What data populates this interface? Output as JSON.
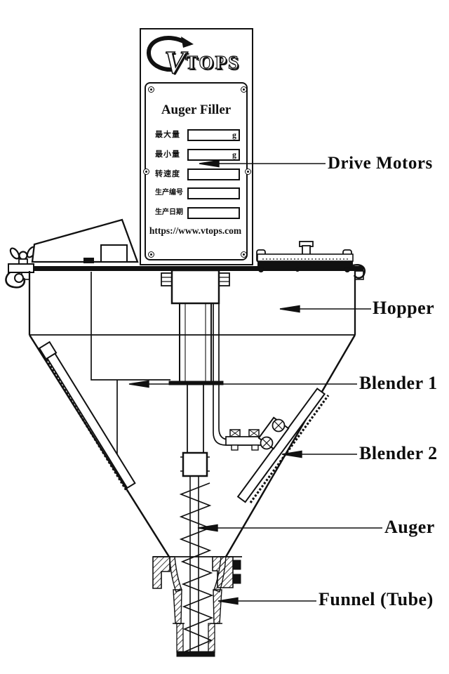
{
  "colors": {
    "ink": "#111111",
    "paper": "#ffffff"
  },
  "logo": {
    "v": "V",
    "brand": "TOPS"
  },
  "panel": {
    "title": "Auger Filler",
    "url": "https://www.vtops.com",
    "rows": [
      {
        "label": "最大量",
        "value": "g"
      },
      {
        "label": "最小量",
        "value": "g"
      },
      {
        "label": "转速度",
        "value": ""
      },
      {
        "label": "生产编号",
        "value": ""
      },
      {
        "label": "生产日期",
        "value": ""
      }
    ]
  },
  "callouts": {
    "drive_motors": "Drive Motors",
    "hopper": "Hopper",
    "blender1": "Blender 1",
    "blender2": "Blender 2",
    "auger": "Auger",
    "funnel": "Funnel (Tube)"
  }
}
